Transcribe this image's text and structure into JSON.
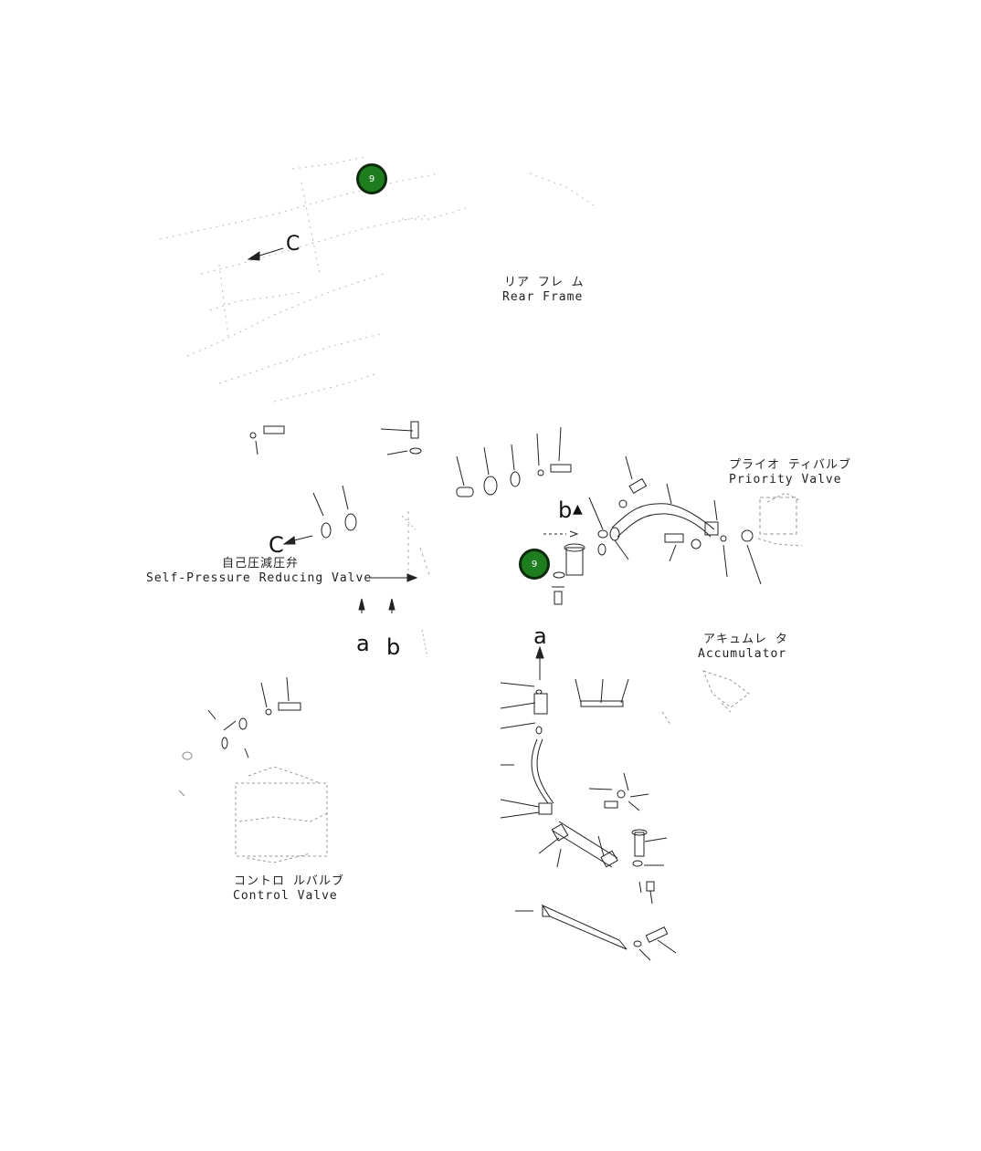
{
  "labels": {
    "rear_frame_jp": "リア フレ ム",
    "rear_frame_en": "Rear Frame",
    "priority_valve_jp": "プライオ ティバルブ",
    "priority_valve_en": "Priority Valve",
    "self_pressure_jp": "自己圧減圧弁",
    "self_pressure_en": "Self-Pressure Reducing Valve",
    "accumulator_jp": "アキュムレ タ",
    "accumulator_en": "Accumulator",
    "control_valve_jp": "コントロ ルバルブ",
    "control_valve_en": "Control Valve",
    "drawing_code": "  "
  },
  "letters": {
    "c_top": "C",
    "c_mid": "C",
    "a_left": "a",
    "b_left": "b",
    "a_right": "a",
    "b_right": "b"
  },
  "markers": [
    {
      "label": "9",
      "color": "#1e7d1e"
    },
    {
      "label": "9",
      "color": "#1e7d1e"
    }
  ]
}
